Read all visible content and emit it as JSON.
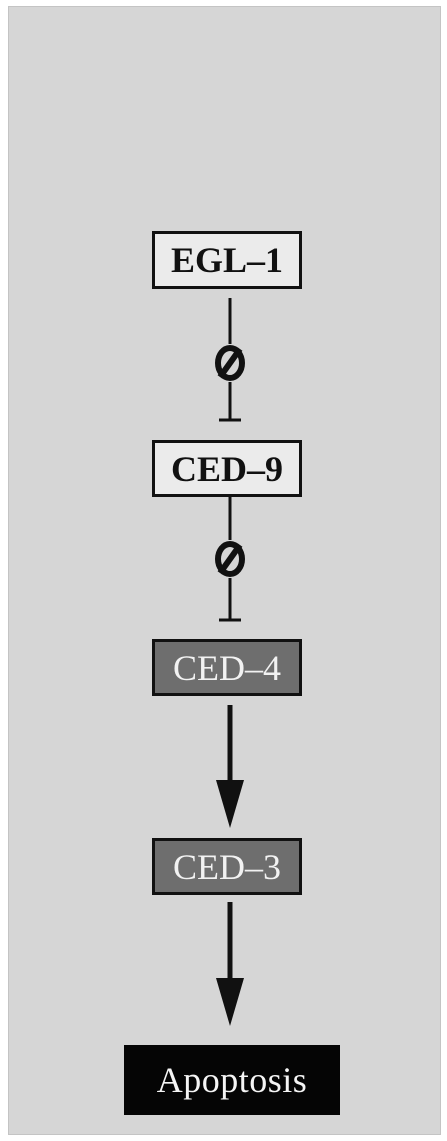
{
  "diagram": {
    "nodes": [
      {
        "id": "egl1",
        "label": "EGL–1",
        "style": "light"
      },
      {
        "id": "ced9",
        "label": "CED–9",
        "style": "light"
      },
      {
        "id": "ced4",
        "label": "CED–4",
        "style": "dark"
      },
      {
        "id": "ced3",
        "label": "CED–3",
        "style": "dark"
      },
      {
        "id": "apoptosis",
        "label": "Apoptosis",
        "style": "black"
      }
    ],
    "edges": [
      {
        "from": "egl1",
        "to": "ced9",
        "type": "inhibits",
        "symbol": "inhibition-icon"
      },
      {
        "from": "ced9",
        "to": "ced4",
        "type": "inhibits",
        "symbol": "inhibition-icon"
      },
      {
        "from": "ced4",
        "to": "ced3",
        "type": "activates"
      },
      {
        "from": "ced3",
        "to": "apoptosis",
        "type": "activates"
      }
    ],
    "colors": {
      "panel": "#d6d6d6",
      "light_box": "#ebebeb",
      "dark_box": "#6e6e6e",
      "black_box": "#050505",
      "line": "#111111"
    }
  }
}
